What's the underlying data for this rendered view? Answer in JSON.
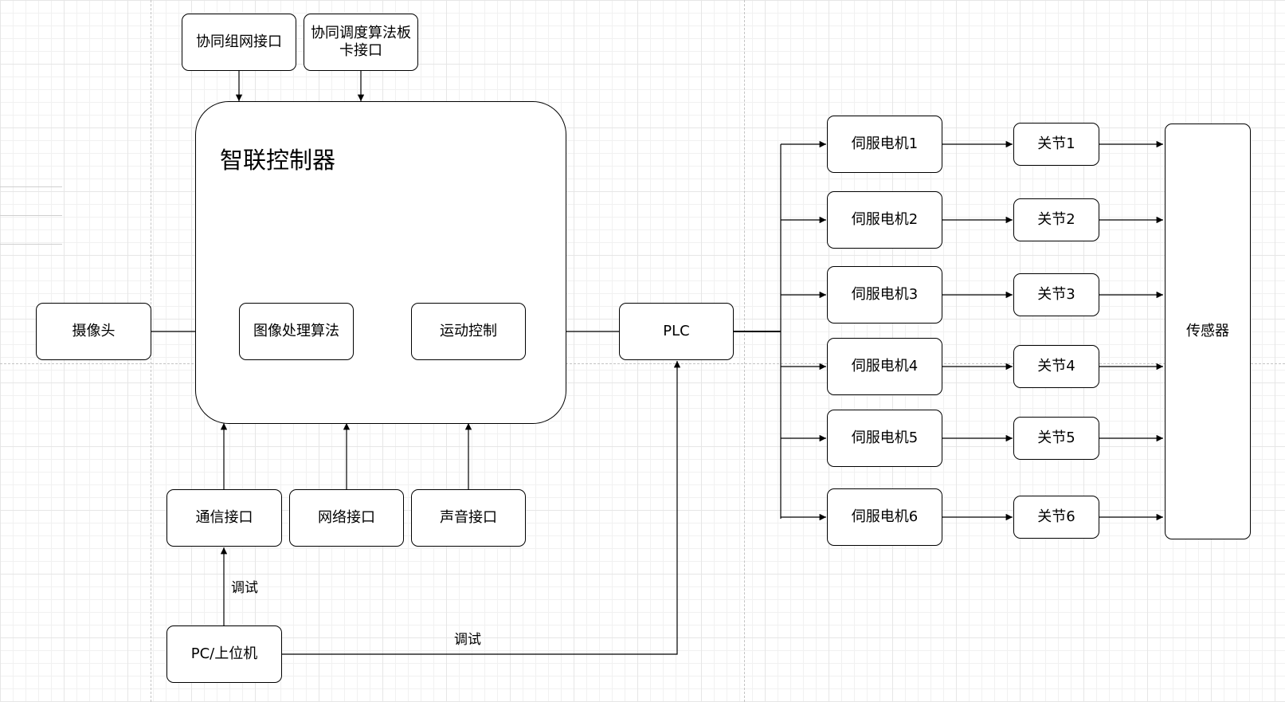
{
  "title": "智联控制器",
  "nodes": {
    "cooperative_network_interface": "协同组网接口",
    "cooperative_scheduling_interface": "协同调度算法板卡接口",
    "camera": "摄像头",
    "image_processing": "图像处理算法",
    "motion_control": "运动控制",
    "plc": "PLC",
    "communication_interface": "通信接口",
    "network_interface": "网络接口",
    "audio_interface": "声音接口",
    "pc_host": "PC/上位机",
    "sensor": "传感器"
  },
  "servo_motors": [
    "伺服电机1",
    "伺服电机2",
    "伺服电机3",
    "伺服电机4",
    "伺服电机5",
    "伺服电机6"
  ],
  "joints": [
    "关节1",
    "关节2",
    "关节3",
    "关节4",
    "关节5",
    "关节6"
  ],
  "edge_labels": {
    "debug_to_comm": "调试",
    "debug_to_plc": "调试"
  },
  "colors": {
    "stroke": "#000000",
    "node_fill": "#ffffff",
    "grid": "#e6e6e6"
  }
}
